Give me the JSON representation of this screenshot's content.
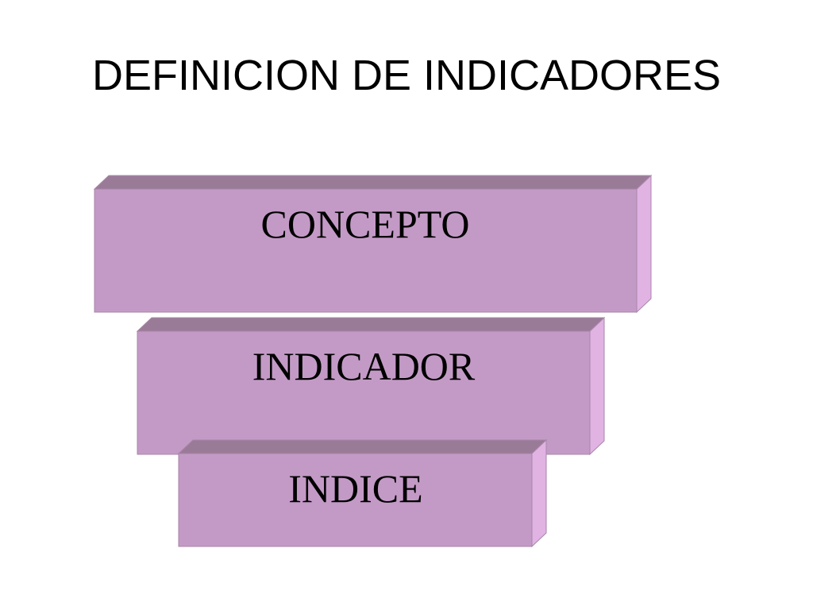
{
  "slide": {
    "title": "DEFINICION DE INDICADORES"
  },
  "diagram": {
    "blocks": [
      {
        "label": "CONCEPTO"
      },
      {
        "label": "INDICADOR"
      },
      {
        "label": "INDICE"
      }
    ],
    "colors": {
      "front": "#c39ac6",
      "top": "#9a7b97",
      "side": "#e0b3e3",
      "edge": "#a886a8"
    }
  }
}
